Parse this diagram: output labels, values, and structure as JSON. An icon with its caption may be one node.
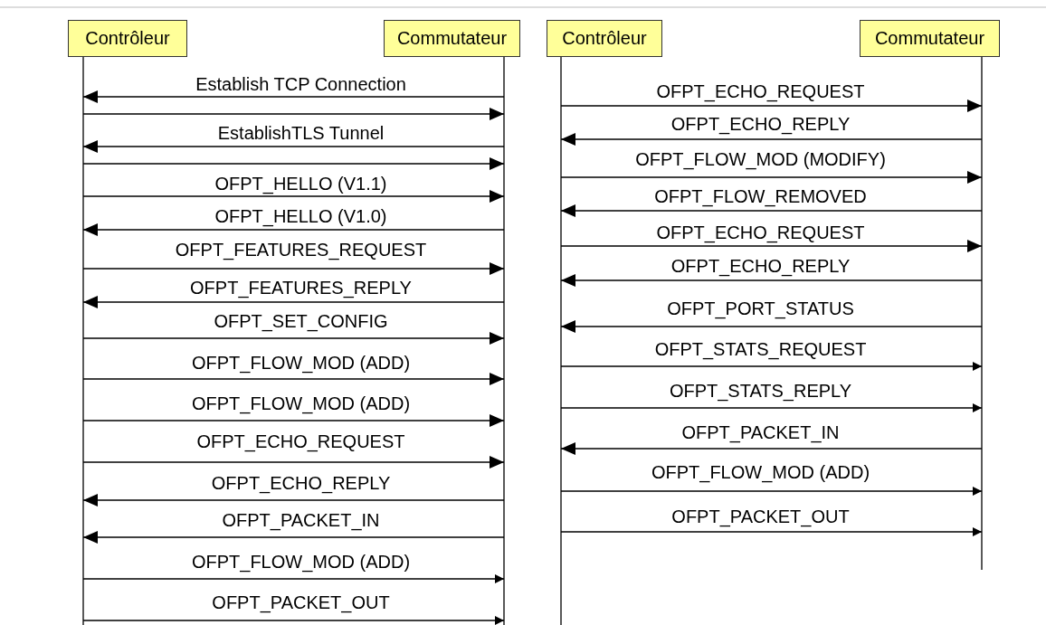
{
  "diagram": {
    "nodes": [
      {
        "text": [
          "Contrôleur"
        ]
      },
      {
        "text": [
          "Commutateur"
        ]
      },
      {
        "text": [
          "Contrôleur"
        ]
      },
      {
        "text": [
          "Commutateur"
        ]
      }
    ],
    "edges": [
      {
        "from": 1,
        "to": 0,
        "arrow": "to",
        "label": "Establish TCP Connection"
      },
      {
        "from": 0,
        "to": 1,
        "arrow": "to"
      },
      {
        "from": 1,
        "to": 0,
        "arrow": "to",
        "label": "EstablishTLS Tunnel"
      },
      {
        "from": 0,
        "to": 1,
        "arrow": "to"
      },
      {
        "from": 0,
        "to": 1,
        "arrow": "to",
        "label": "OFPT_HELLO (V1.1)"
      },
      {
        "from": 1,
        "to": 0,
        "arrow": "to",
        "label": "OFPT_HELLO (V1.0)"
      },
      {
        "from": 0,
        "to": 1,
        "arrow": "to",
        "label": "OFPT_FEATURES_REQUEST"
      },
      {
        "from": 1,
        "to": 0,
        "arrow": "to",
        "label": "OFPT_FEATURES_REPLY"
      },
      {
        "from": 0,
        "to": 1,
        "arrow": "to",
        "label": "OFPT_SET_CONFIG"
      },
      {
        "from": 0,
        "to": 1,
        "arrow": "to",
        "label": "OFPT_FLOW_MOD (ADD)"
      },
      {
        "from": 0,
        "to": 1,
        "arrow": "to",
        "label": "OFPT_FLOW_MOD (ADD)"
      },
      {
        "from": 0,
        "to": 1,
        "arrow": "to",
        "label": "OFPT_ECHO_REQUEST"
      },
      {
        "from": 1,
        "to": 0,
        "arrow": "to",
        "label": "OFPT_ECHO_REPLY"
      },
      {
        "from": 1,
        "to": 0,
        "arrow": "to",
        "label": "OFPT_PACKET_IN"
      },
      {
        "from": 0,
        "to": 1,
        "arrow": "to",
        "label": "OFPT_FLOW_MOD (ADD)"
      },
      {
        "from": 0,
        "to": 1,
        "arrow": "to",
        "label": "OFPT_PACKET_OUT"
      },
      {
        "from": 2,
        "to": 3,
        "arrow": "to",
        "label": "OFPT_ECHO_REQUEST"
      },
      {
        "from": 3,
        "to": 2,
        "arrow": "to",
        "label": "OFPT_ECHO_REPLY"
      },
      {
        "from": 2,
        "to": 3,
        "arrow": "to",
        "label": "OFPT_FLOW_MOD (MODIFY)"
      },
      {
        "from": 3,
        "to": 2,
        "arrow": "to",
        "label": "OFPT_FLOW_REMOVED"
      },
      {
        "from": 2,
        "to": 3,
        "arrow": "to",
        "label": "OFPT_ECHO_REQUEST"
      },
      {
        "from": 3,
        "to": 2,
        "arrow": "to",
        "label": "OFPT_ECHO_REPLY"
      },
      {
        "from": 3,
        "to": 2,
        "arrow": "to",
        "label": "OFPT_PORT_STATUS"
      },
      {
        "from": 2,
        "to": 3,
        "arrow": "to",
        "label": "OFPT_STATS_REQUEST"
      },
      {
        "from": 2,
        "to": 3,
        "arrow": "to",
        "label": "OFPT_STATS_REPLY"
      },
      {
        "from": 3,
        "to": 2,
        "arrow": "to",
        "label": "OFPT_PACKET_IN"
      },
      {
        "from": 2,
        "to": 3,
        "arrow": "to",
        "label": "OFPT_FLOW_MOD (ADD)"
      },
      {
        "from": 2,
        "to": 3,
        "arrow": "to",
        "label": "OFPT_PACKET_OUT"
      }
    ]
  }
}
